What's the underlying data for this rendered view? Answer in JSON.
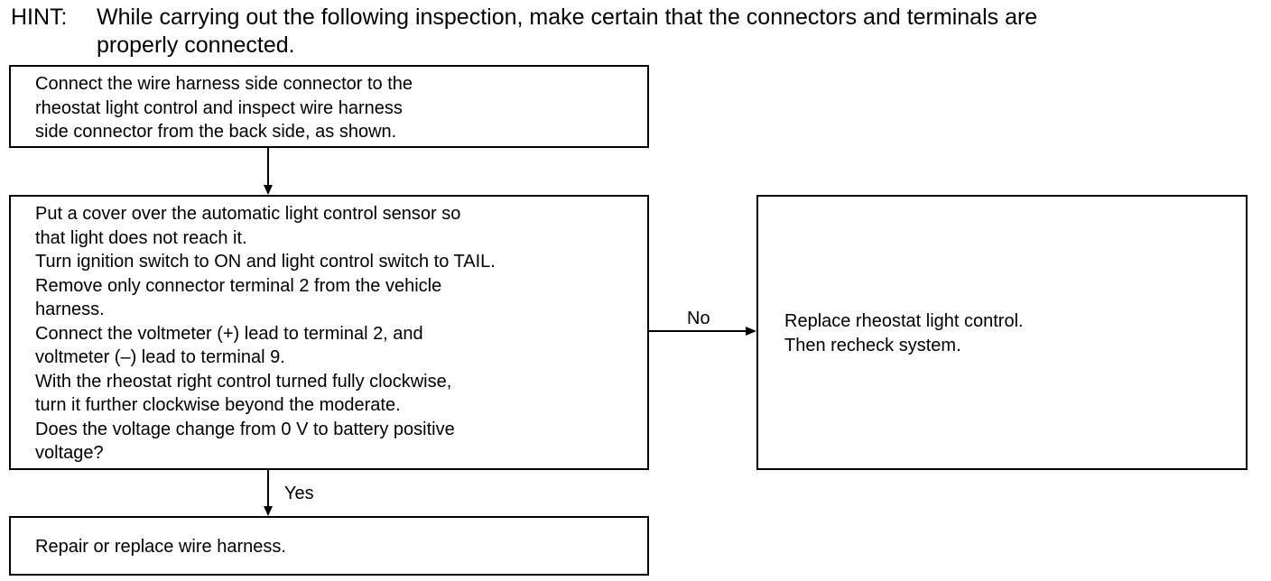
{
  "hint": {
    "label": "HINT:",
    "line1": "While carrying out the following inspection, make certain that the connectors and terminals are",
    "line2": "properly connected."
  },
  "boxes": {
    "connect_harness": {
      "lines": [
        "Connect the wire harness side connector to the",
        "rheostat light control and inspect wire harness",
        "side connector from the back side, as shown."
      ]
    },
    "voltage_check": {
      "lines": [
        "Put a cover over the automatic light control sensor so",
        "that light does not reach it.",
        "Turn ignition switch to ON and light control switch to TAIL.",
        "Remove only connector terminal 2 from the vehicle",
        "harness.",
        "Connect the voltmeter (+) lead to terminal 2, and",
        "voltmeter (–) lead to terminal 9.",
        "With the rheostat right control turned fully clockwise,",
        "turn it further clockwise beyond the moderate.",
        "Does the voltage change from 0 V to battery positive",
        "voltage?"
      ]
    },
    "replace_rheostat": {
      "lines": [
        "Replace rheostat light control.",
        "Then recheck system."
      ]
    },
    "repair_harness": {
      "lines": [
        "Repair or replace wire harness."
      ]
    }
  },
  "connectors": {
    "no_label": "No",
    "yes_label": "Yes"
  }
}
